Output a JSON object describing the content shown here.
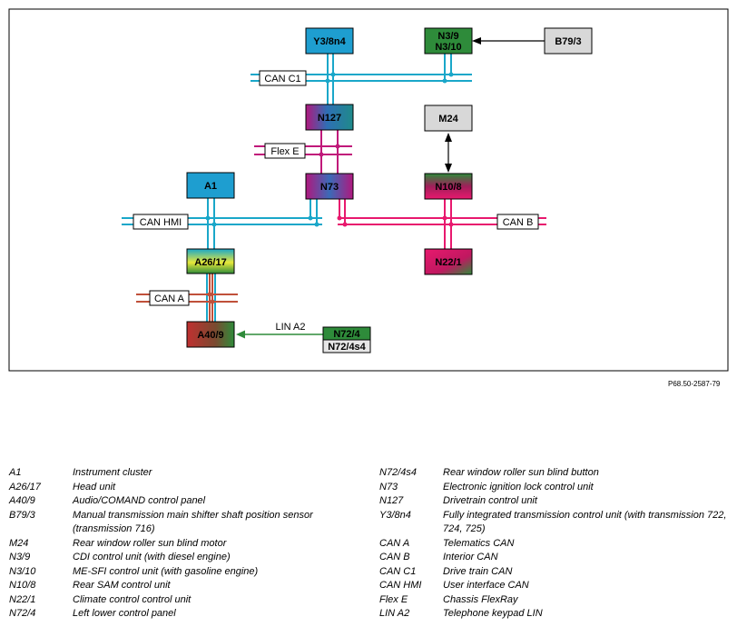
{
  "nodes": {
    "y38n4": {
      "label": "Y3/8n4"
    },
    "n39": {
      "label": "N3/9"
    },
    "n310": {
      "label": "N3/10"
    },
    "b793": {
      "label": "B79/3"
    },
    "n127": {
      "label": "N127"
    },
    "m24": {
      "label": "M24"
    },
    "a1": {
      "label": "A1"
    },
    "n73": {
      "label": "N73"
    },
    "n108": {
      "label": "N10/8"
    },
    "n221": {
      "label": "N22/1"
    },
    "a2617": {
      "label": "A26/17"
    },
    "a409": {
      "label": "A40/9"
    },
    "n724": {
      "label": "N72/4"
    },
    "n724s4": {
      "label": "N72/4s4"
    }
  },
  "buses": {
    "can_c1": "CAN C1",
    "flex_e": "Flex E",
    "can_hmi": "CAN HMI",
    "can_b": "CAN B",
    "can_a": "CAN A",
    "lin_a2": "LIN A2"
  },
  "colors": {
    "can_c1": "#1aa7c9",
    "can_hmi": "#1aa7c9",
    "flex_e": "#c0187a",
    "can_b": "#e8196e",
    "can_a": "#c0503a",
    "lin_a2": "#2e8b3a"
  },
  "reference": "P68.50-2587-79",
  "legend": [
    {
      "code": "A1",
      "desc": "Instrument cluster"
    },
    {
      "code": "A26/17",
      "desc": "Head unit"
    },
    {
      "code": "A40/9",
      "desc": "Audio/COMAND control panel"
    },
    {
      "code": "B79/3",
      "desc": "Manual transmission main shifter shaft position sensor (transmission 716)"
    },
    {
      "code": "M24",
      "desc": "Rear window roller sun blind motor"
    },
    {
      "code": "N3/9",
      "desc": "CDI control unit (with diesel engine)"
    },
    {
      "code": "N3/10",
      "desc": "ME-SFI control unit (with gasoline engine)"
    },
    {
      "code": "N10/8",
      "desc": "Rear SAM control unit"
    },
    {
      "code": "N22/1",
      "desc": "Climate control control unit"
    },
    {
      "code": "N72/4",
      "desc": "Left lower control panel"
    },
    {
      "code": "N72/4s4",
      "desc": "Rear window roller sun blind button"
    },
    {
      "code": "N73",
      "desc": "Electronic ignition lock control unit"
    },
    {
      "code": "N127",
      "desc": "Drivetrain control unit"
    },
    {
      "code": "Y3/8n4",
      "desc": "Fully integrated transmission control unit (with transmission 722, 724, 725)"
    },
    {
      "code": "CAN A",
      "desc": "Telematics CAN"
    },
    {
      "code": "CAN B",
      "desc": "Interior CAN"
    },
    {
      "code": "CAN C1",
      "desc": "Drive train CAN"
    },
    {
      "code": "CAN HMI",
      "desc": "User interface CAN"
    },
    {
      "code": "Flex E",
      "desc": "Chassis FlexRay"
    },
    {
      "code": "LIN A2",
      "desc": "Telephone keypad LIN"
    }
  ]
}
